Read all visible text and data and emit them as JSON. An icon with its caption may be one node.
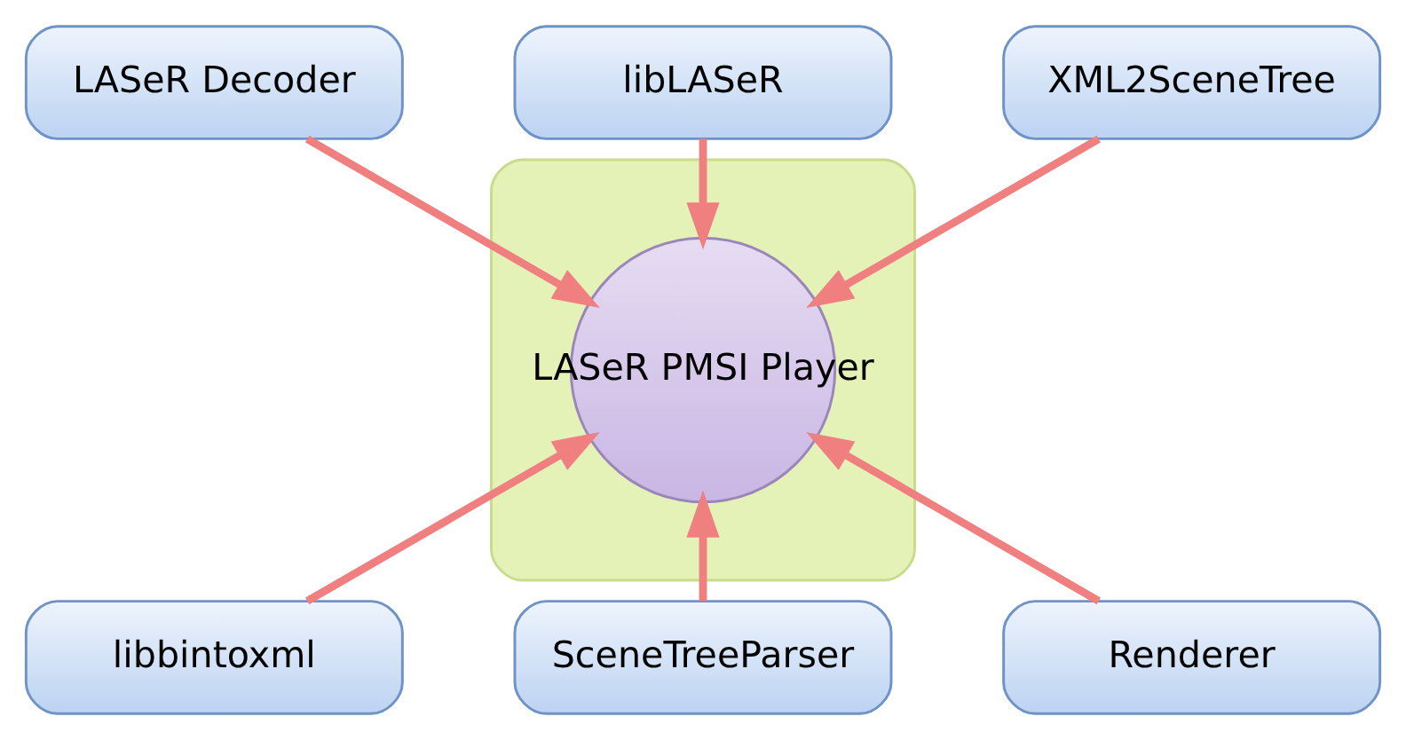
{
  "diagram": {
    "nodes": [
      {
        "text": [],
        "shape": "ellipse"
      },
      {
        "text": [
          "LASeR Decoder"
        ]
      },
      {
        "text": [
          "libLASeR"
        ]
      },
      {
        "text": [
          "LASeR PMSI Player"
        ],
        "in": 0
      },
      {
        "text": [
          "XML2SceneTree"
        ]
      },
      {
        "text": [
          "libbintoxml"
        ]
      },
      {
        "text": [
          "SceneTreeParser"
        ]
      },
      {
        "text": [
          "Renderer"
        ]
      }
    ],
    "edges": [
      {
        "from": 1,
        "to": 3,
        "arrow": "to"
      },
      {
        "from": 2,
        "to": 3,
        "arrow": "to"
      },
      {
        "from": 4,
        "to": 3,
        "arrow": "to"
      },
      {
        "from": 5,
        "to": 3,
        "arrow": "to"
      },
      {
        "from": 6,
        "to": 3,
        "arrow": "to"
      },
      {
        "from": 7,
        "to": 3,
        "arrow": "to"
      }
    ]
  }
}
